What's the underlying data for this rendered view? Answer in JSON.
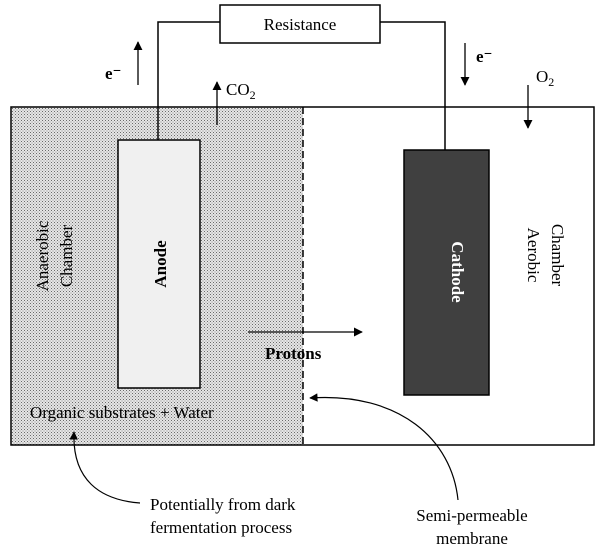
{
  "diagram": {
    "resistance_label": "Resistance",
    "electron_left": "e⁻",
    "electron_right": "e⁻",
    "co2_label": "CO",
    "co2_sub": "2",
    "o2_label": "O",
    "o2_sub": "2",
    "anode_label": "Anode",
    "cathode_label": "Cathode",
    "anaerobic_line1": "Anaerobic",
    "anaerobic_line2": "Chamber",
    "aerobic_line1": "Aerobic",
    "aerobic_line2": "Chamber",
    "protons_label": "Protons",
    "substrates_label": "Organic substrates + Water",
    "dark_fermentation_line1": "Potentially from dark",
    "dark_fermentation_line2": "fermentation process",
    "membrane_line1": "Semi-permeable",
    "membrane_line2": "membrane"
  },
  "colors": {
    "anaerobic_fill": "#d8d8d8",
    "anode_fill": "#f0f0f0",
    "cathode_fill": "#404040",
    "cathode_text": "#ffffff",
    "line": "#000000"
  }
}
